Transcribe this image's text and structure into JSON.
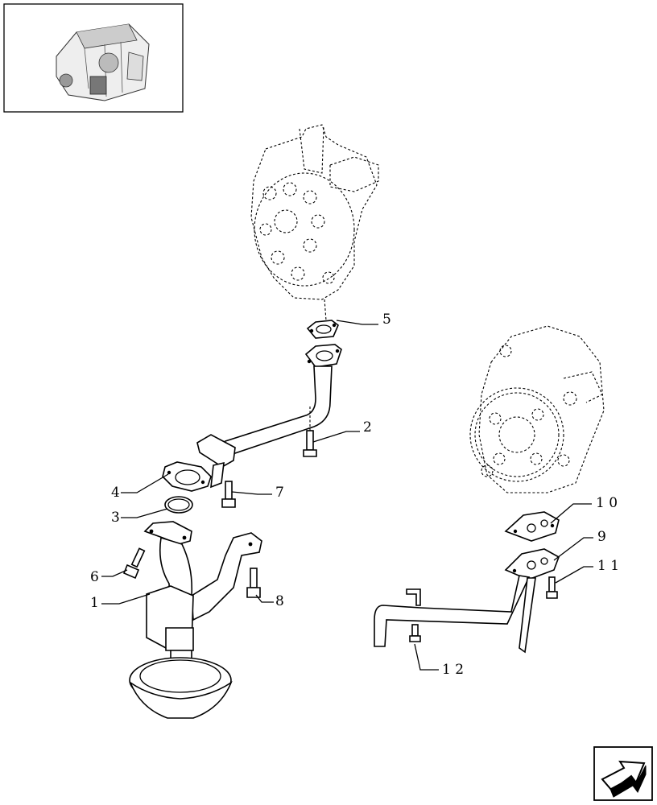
{
  "thumbnail": {
    "icon": "engine-thumbnail-icon"
  },
  "nav": {
    "icon": "next-page-arrow-icon"
  },
  "callouts": [
    "1",
    "2",
    "3",
    "4",
    "5",
    "6",
    "7",
    "8",
    "9",
    "1 0",
    "1 1",
    "1 2"
  ]
}
